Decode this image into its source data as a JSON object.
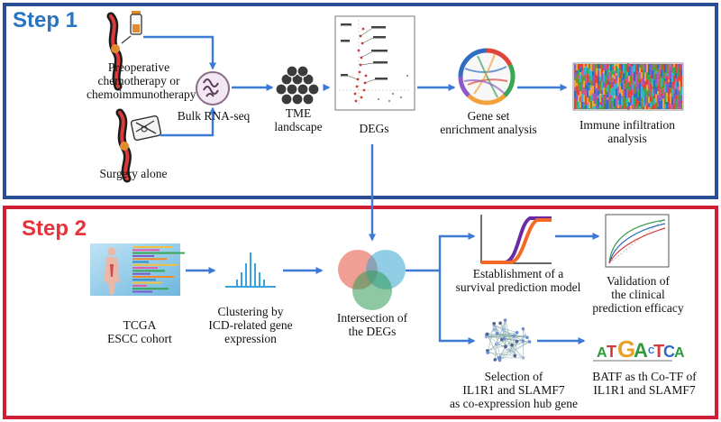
{
  "colors": {
    "step1_border": "#2b4c97",
    "step1_title": "#2a73c0",
    "step2_border": "#d01f35",
    "step2_title": "#e5323b",
    "arrow": "#3d7ad6"
  },
  "step1": {
    "title": "Step 1",
    "labels": {
      "neoadjuvant": [
        "Preoperative",
        "chemotherapy or",
        "chemoimmunotherapy"
      ],
      "surgery": "Surgery alone",
      "bulk_rnaseq": "Bulk RNA-seq",
      "tme": [
        "TME",
        "landscape"
      ],
      "degs": "DEGs",
      "gsea": [
        "Gene set",
        "enrichment analysis"
      ],
      "immune": [
        "Immune infiltration",
        "analysis"
      ]
    }
  },
  "step2": {
    "title": "Step 2",
    "labels": {
      "tcga": [
        "TCGA",
        "ESCC cohort"
      ],
      "clustering": [
        "Clustering by",
        "ICD-related gene",
        "expression"
      ],
      "intersection": [
        "Intersection of",
        "the DEGs"
      ],
      "survival": [
        "Establishment of a",
        "survival prediction model"
      ],
      "validation": [
        "Validation of",
        "the clinical",
        "prediction efficacy"
      ],
      "selection": [
        "Selection of",
        "IL1R1 and SLAMF7",
        "as co-expression hub gene"
      ],
      "batf": [
        "BATF as th Co-TF of",
        "IL1R1 and SLAMF7"
      ]
    },
    "motif_letters": [
      "A",
      "T",
      "G",
      "A",
      "C",
      "T",
      "C",
      "A"
    ]
  }
}
